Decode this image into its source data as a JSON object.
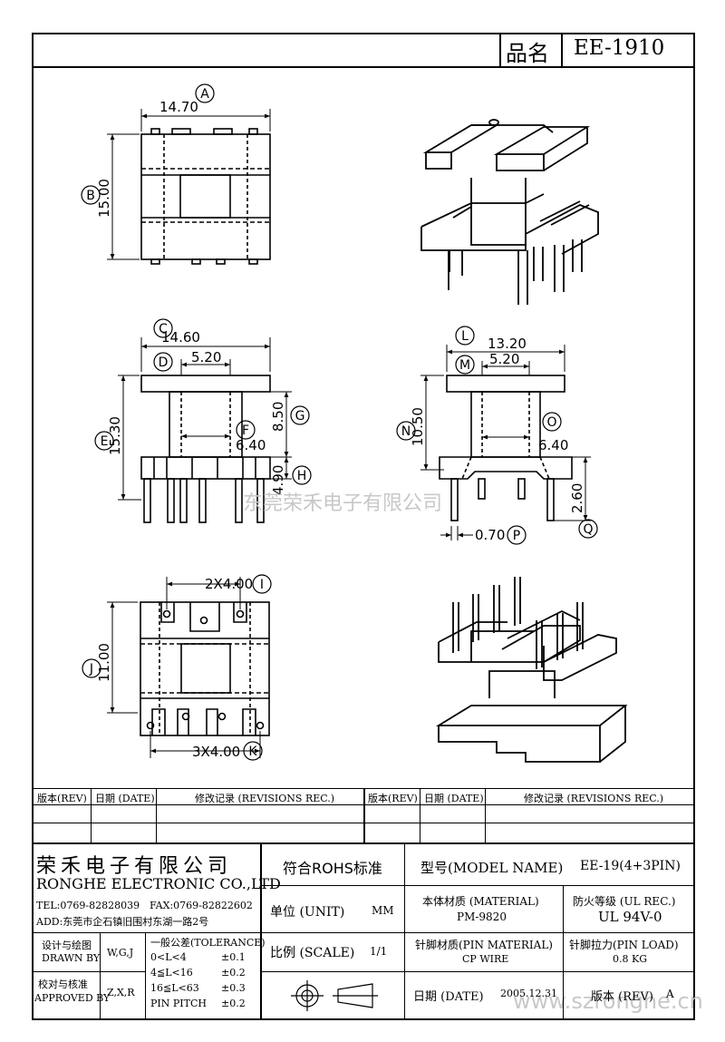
{
  "header": {
    "pname_label": "品名",
    "pname_value": "EE-1910"
  },
  "dims": {
    "a": "14.70",
    "b": "15.00",
    "c": "14.60",
    "d": "5.20",
    "e": "15.30",
    "f": "6.40",
    "g": "8.50",
    "h": "4.90",
    "l": "13.20",
    "m": "5.20",
    "n": "10.50",
    "o": "6.40",
    "q": "2.60",
    "p": "0.70",
    "i": "2X4.00",
    "j": "11.00",
    "k": "3X4.00"
  },
  "markers": [
    "A",
    "B",
    "C",
    "D",
    "E",
    "F",
    "G",
    "H",
    "I",
    "J",
    "K",
    "L",
    "M",
    "N",
    "O",
    "P",
    "Q"
  ],
  "watermark": {
    "cn": "东莞荣禾电子有限公司",
    "url": "www.szronghe.cn"
  },
  "revisions": {
    "rev": "版本(REV)",
    "date": "日期 (DATE)",
    "rec": "修改记录 (REVISIONS REC.)"
  },
  "company": {
    "name_cn": "荣禾电子有限公司",
    "name_en": "RONGHE ELECTRONIC CO.,LTD",
    "tel": "TEL:0769-82828039",
    "fax": "FAX:0769-82822602",
    "add": "ADD:东莞市企石镇旧围村东湖一路2号"
  },
  "signoff": {
    "design_cn": "设计与绘图",
    "design_en": "DRAWN BY",
    "design_val": "W,G,J",
    "check_cn": "校对与核准",
    "check_en": "APPROVED BY",
    "check_val": "Z,X,R"
  },
  "tolerance": {
    "title": "一般公差(TOLERANCE)",
    "rows": [
      {
        "range": "0<L<4",
        "val": "±0.1"
      },
      {
        "range": "4≦L<16",
        "val": "±0.2"
      },
      {
        "range": "16≦L<63",
        "val": "±0.3"
      },
      {
        "range": "PIN PITCH",
        "val": "±0.2"
      }
    ]
  },
  "info": {
    "rohs": "符合ROHS标准",
    "unit_label": "单位 (UNIT)",
    "unit_val": "MM",
    "scale_label": "比例 (SCALE)",
    "scale_val": "1/1",
    "model_label": "型号(MODEL NAME)",
    "model_val": "EE-19(4+3PIN)",
    "material_label": "本体材质 (MATERIAL)",
    "material_val": "PM-9820",
    "fire_label": "防火等级 (UL REC.)",
    "fire_val": "UL 94V-0",
    "pin_mat_label": "针脚材质(PIN MATERIAL)",
    "pin_mat_val": "CP WIRE",
    "pin_load_label": "针脚拉力(PIN LOAD)",
    "pin_load_val": "0.8 KG",
    "date_label": "日期 (DATE)",
    "date_val": "2005.12.31",
    "rev_label": "版本 (REV)",
    "rev_val": "A"
  }
}
